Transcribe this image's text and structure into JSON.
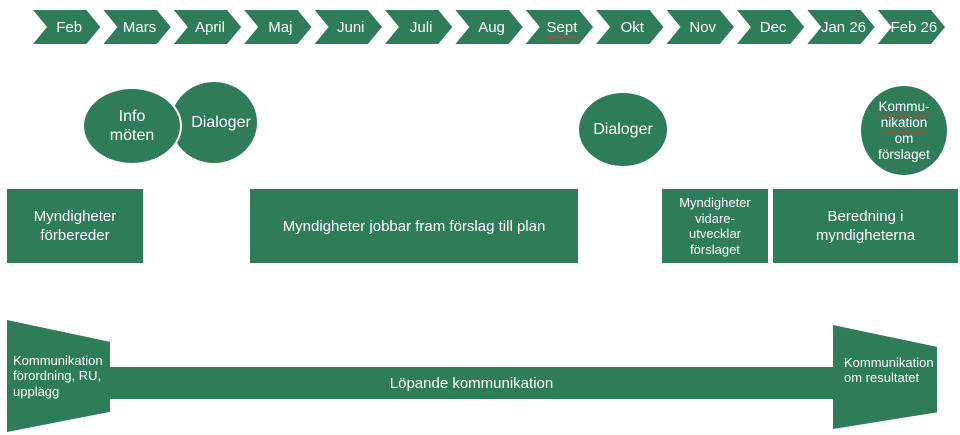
{
  "colors": {
    "shape_green": "#2E7C59",
    "text_white": "#FFFFFF",
    "squiggle_red": "#E8312D"
  },
  "timeline_months": [
    "Feb",
    "Mars",
    "April",
    "Maj",
    "Juni",
    "Juli",
    "Aug",
    "Sept",
    "Okt",
    "Nov",
    "Dec",
    "Jan 26",
    "Feb 26"
  ],
  "ellipses": {
    "info_moten": {
      "label": "Info möten"
    },
    "dialoger_1": {
      "label": "Dialoger"
    },
    "dialoger_2": {
      "label": "Dialoger"
    },
    "kommunikation_forslaget": {
      "lines": [
        "Kommu-",
        "nikation",
        "om",
        "förslaget"
      ]
    }
  },
  "boxes": {
    "forbereder": {
      "label": "Myndigheter förbereder"
    },
    "jobbar": {
      "label": "Myndigheter jobbar fram förslag till plan"
    },
    "vidareutvecklar": {
      "lines": [
        "Myndigheter",
        "vidare-",
        "utvecklar",
        "förslaget"
      ]
    },
    "beredning": {
      "label": "Beredning i myndigheterna"
    }
  },
  "bottom": {
    "kommunikation_forordning": {
      "lines": [
        "Kommunikation",
        "förordning, RU,",
        "upplägg"
      ]
    },
    "lopande": {
      "label": "Löpande kommunikation"
    },
    "kommunikation_resultatet": {
      "lines": [
        "Kommunikation",
        "om resultatet"
      ]
    }
  }
}
